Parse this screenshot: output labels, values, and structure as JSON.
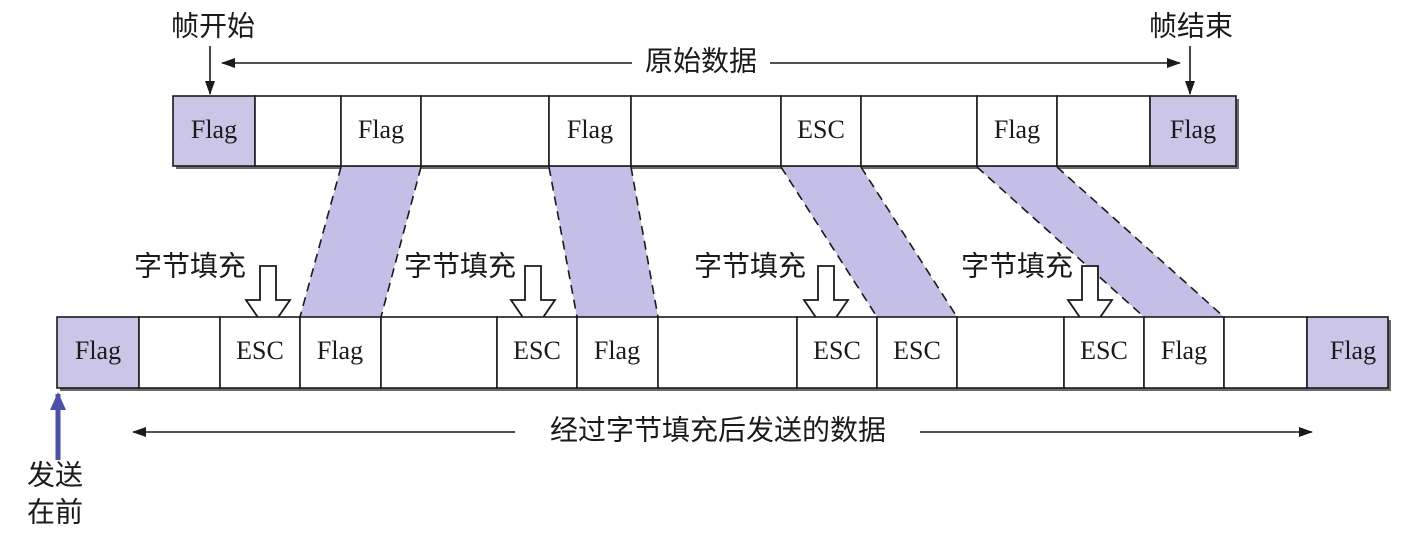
{
  "labels": {
    "frame_start": "帧开始",
    "frame_end": "帧结束",
    "original_data": "原始数据",
    "stuffed_data": "经过字节填充后发送的数据",
    "send_first_line1": "发送",
    "send_first_line2": "在前"
  },
  "stuffing_labels": [
    "字节填充",
    "字节填充",
    "字节填充",
    "字节填充"
  ],
  "original_frame": [
    "Flag",
    "",
    "Flag",
    "",
    "Flag",
    "",
    "ESC",
    "",
    "Flag",
    "",
    "Flag"
  ],
  "stuffed_frame": [
    "Flag",
    "",
    "ESC",
    "Flag",
    "",
    "ESC",
    "Flag",
    "",
    "ESC",
    "ESC",
    "",
    "ESC",
    "Flag",
    "",
    "Flag"
  ],
  "colors": {
    "flag_highlight": "#cbc6e8",
    "stuffed_band": "#c4bfe6",
    "send_arrow": "#4b52a6"
  }
}
